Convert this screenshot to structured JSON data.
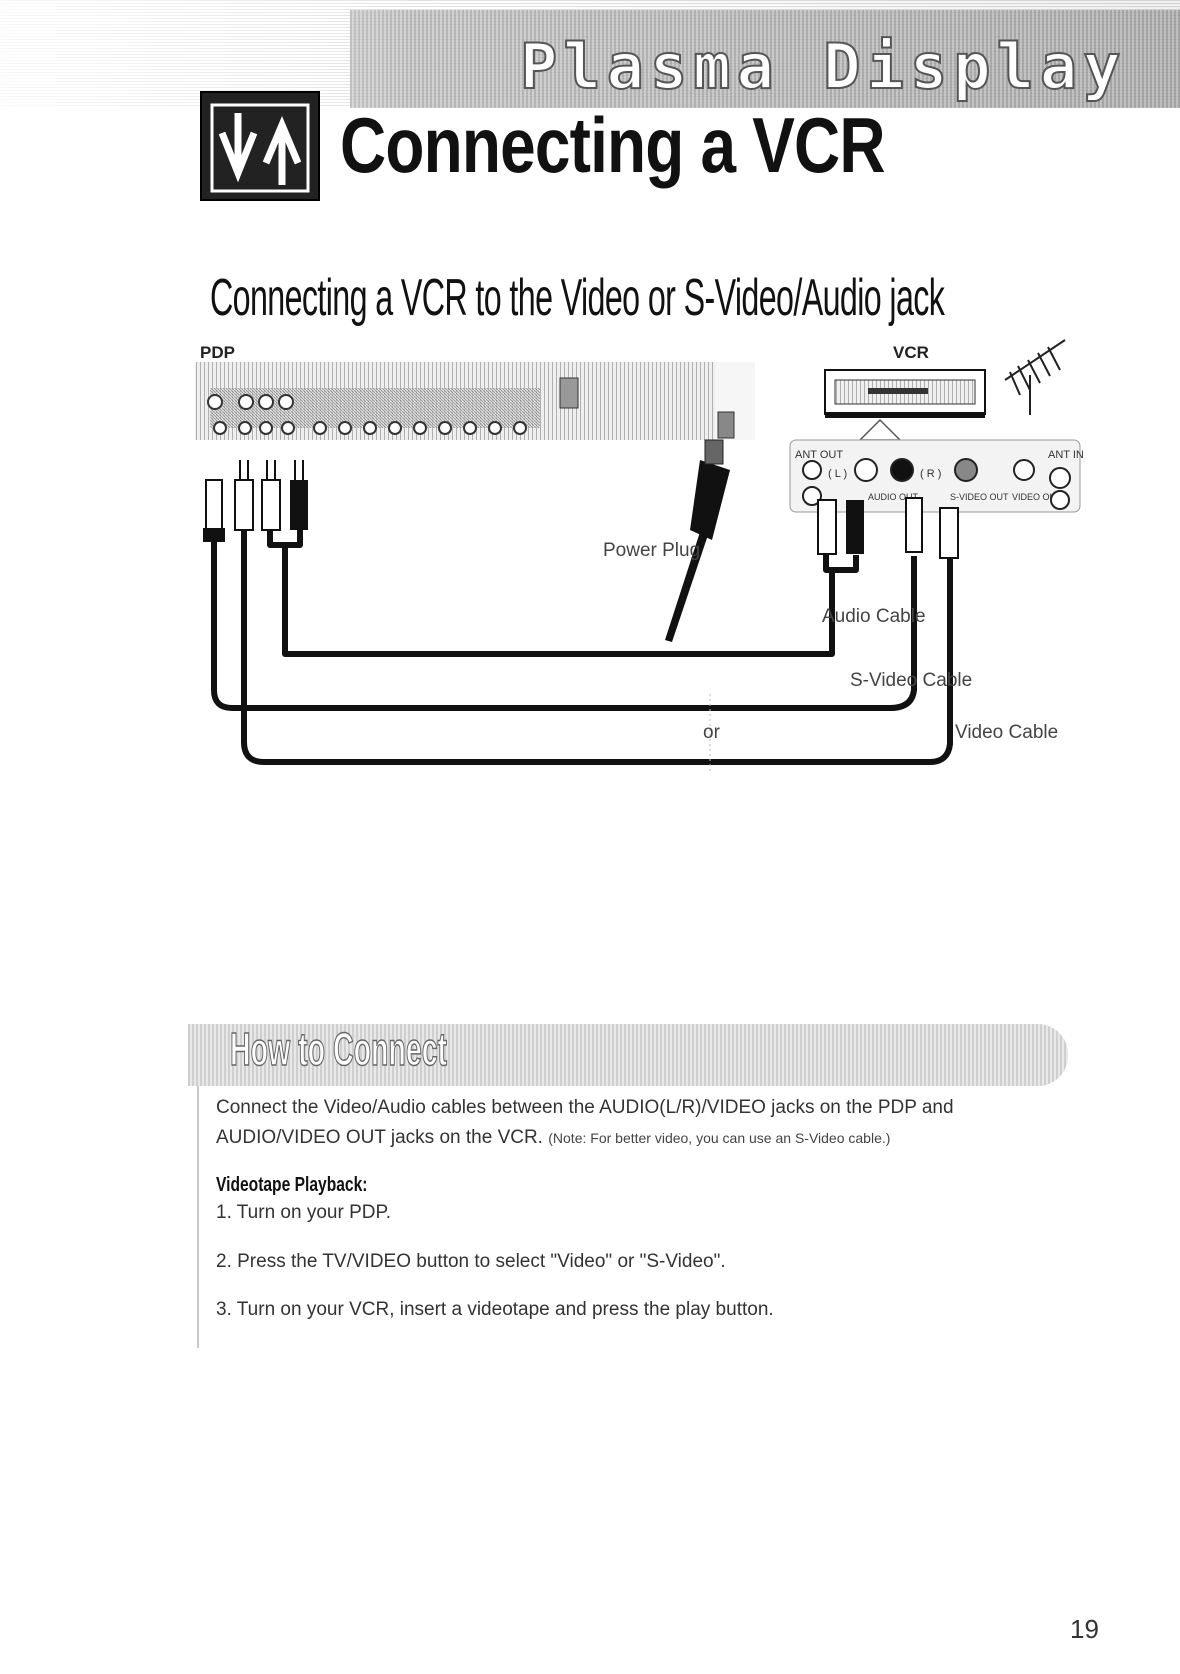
{
  "header": {
    "banner_title": "Plasma Display",
    "title": "Connecting a VCR"
  },
  "section": {
    "title": "Connecting a VCR to the Video or S-Video/Audio jack"
  },
  "diagram": {
    "pdp_label": "PDP",
    "vcr_label": "VCR",
    "power_plug": "Power Plug",
    "audio_cable": "Audio Cable",
    "svideo_cable": "S-Video Cable",
    "or_label": "or",
    "video_cable": "Video Cable",
    "jack_ant_out": "ANT OUT",
    "jack_ant_in": "ANT IN",
    "jack_l": "( L )",
    "jack_r": "( R )",
    "jack_audio_out": "AUDIO OUT",
    "jack_svideo_out": "S-VIDEO OUT",
    "jack_video_out": "VIDEO OUT"
  },
  "how_to": {
    "title": "How to Connect",
    "line1": "Connect the Video/Audio cables between the AUDIO(L/R)/VIDEO jacks on the PDP and",
    "line2": "AUDIO/VIDEO OUT jacks on the VCR.",
    "note": "(Note: For better video, you can use an S-Video cable.)",
    "subhead": "Videotape Playback:",
    "steps": [
      "1.  Turn on your PDP.",
      "2.  Press the TV/VIDEO button to select \"Video\" or \"S-Video\".",
      "3.  Turn on your VCR, insert a videotape and press the play button."
    ]
  },
  "page_number": "19"
}
